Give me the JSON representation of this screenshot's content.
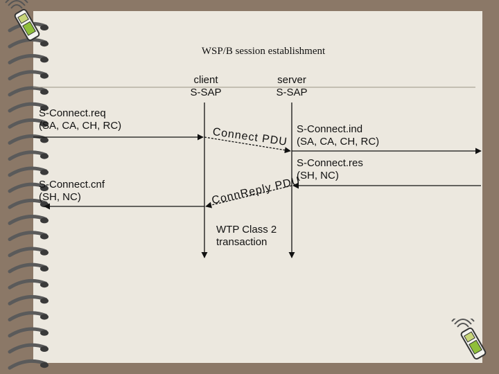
{
  "title": "WSP/B session establishment",
  "client_sap": {
    "line1": "client",
    "line2": "S-SAP"
  },
  "server_sap": {
    "line1": "server",
    "line2": "S-SAP"
  },
  "connect_req": {
    "line1": "S-Connect.req",
    "line2": "(SA, CA, CH, RC)"
  },
  "connect_pdu": "Connect PDU",
  "connect_ind": {
    "line1": "S-Connect.ind",
    "line2": "(SA, CA, CH, RC)"
  },
  "connect_res": {
    "line1": "S-Connect.res",
    "line2": "(SH, NC)"
  },
  "connreply_pdu": "ConnReply PDU",
  "connect_cnf": {
    "line1": "S-Connect.cnf",
    "line2": "(SH, NC)"
  },
  "wtp_note": {
    "line1": "WTP Class 2",
    "line2": "transaction"
  },
  "colors": {
    "background": "#8b7867",
    "paper": "#ece8df",
    "ink": "#111111",
    "rings": "#5a5a5a"
  }
}
